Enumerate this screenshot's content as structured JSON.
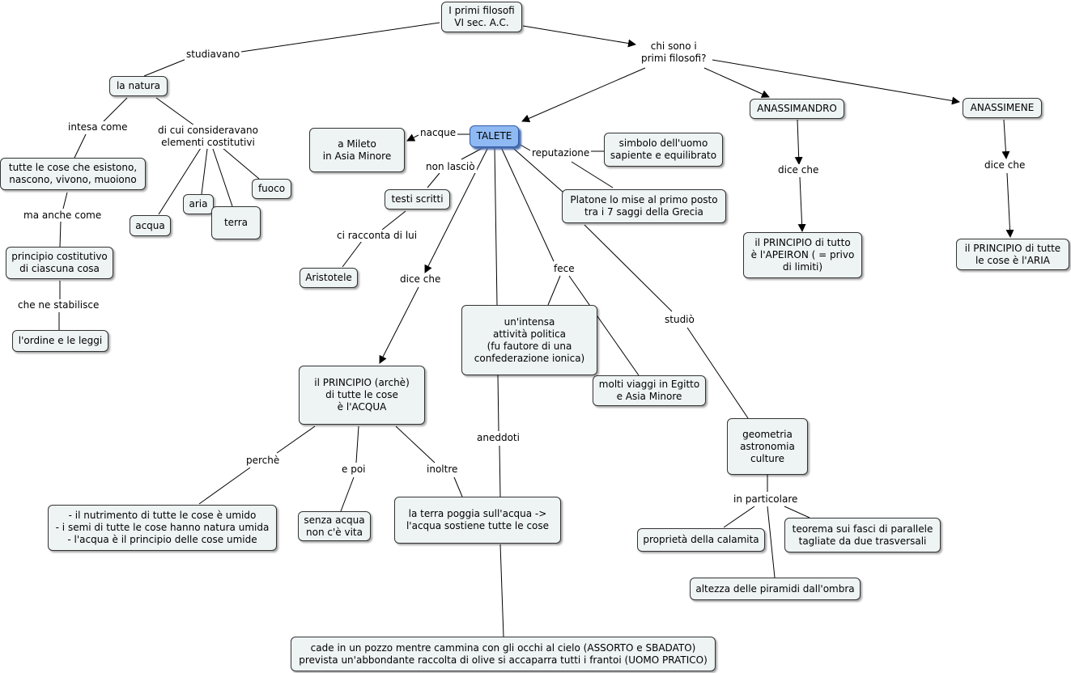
{
  "nodes": {
    "root": "I primi filosofi\nVI sec. A.C.",
    "natura": "la natura",
    "tutte_cose": "tutte le cose che esistono,\nnascono, vivono, muoiono",
    "principio_cost": "principio costitutivo\ndi ciascuna cosa",
    "ordine": "l'ordine e le leggi",
    "acqua": "acqua",
    "aria": "aria",
    "terra": "terra",
    "fuoco": "fuoco",
    "talete": "TALETE",
    "mileto": "a Mileto\nin Asia Minore",
    "testi": "testi scritti",
    "aristotele": "Aristotele",
    "simbolo": "simbolo dell'uomo\nsapiente e equilibrato",
    "platone": "Platone lo mise al primo posto\ntra i 7 saggi della Grecia",
    "principio_acqua": "il PRINCIPIO (archè)\ndi tutte le cose\nè l'ACQUA",
    "politica": "un'intensa\nattività politica\n(fu fautore di una\nconfederazione ionica)",
    "viaggi": "molti viaggi in Egitto\ne Asia Minore",
    "geometria": "geometria\nastronomia\nculture",
    "nutrimento": "- il nutrimento di tutte le cose è umido\n- i semi di tutte le cose hanno natura umida\n- l'acqua è il principio delle cose umide",
    "senza_acqua": "senza acqua\nnon c'è vita",
    "terra_poggia": "la terra poggia sull'acqua ->\nl'acqua sostiene tutte le cose",
    "calamita": "proprietà della calamita",
    "teorema": "teorema sui fasci di parallele\ntagliate da due trasversali",
    "piramidi": "altezza delle piramidi dall'ombra",
    "pozzo": "cade in un pozzo mentre cammina con gli occhi al cielo (ASSORTO e SBADATO)\nprevista un'abbondante raccolta di olive si accaparra tutti i frantoi (UOMO PRATICO)",
    "anassimandro": "ANASSIMANDRO",
    "apeiron": "il PRINCIPIO di tutto\nè l'APEIRON ( = privo\ndi limiti)",
    "anassimene": "ANASSIMENE",
    "principio_aria": "il PRINCIPIO di tutte\nle cose è l'ARIA"
  },
  "labels": {
    "studiavano": "studiavano",
    "chi_sono": "chi sono i\nprimi filosofi?",
    "intesa_come": "intesa come",
    "di_cui": "di cui consideravano\nelementi costitutivi",
    "ma_anche": "ma anche come",
    "che_ne": "che ne stabilisce",
    "nacque": "nacque",
    "non_lascio": "non lasciò",
    "reputazione": "reputazione",
    "ci_racconta": "ci racconta di lui",
    "dice_che_talete": "dice che",
    "fece": "fece",
    "studio": "studiò",
    "aneddoti": "aneddoti",
    "perche": "perchè",
    "e_poi": "e poi",
    "inoltre": "inoltre",
    "in_particolare": "in particolare",
    "dice_che_anassimandro": "dice che",
    "dice_che_anassimene": "dice che"
  },
  "colors": {
    "node_fill": "#eef3f4",
    "focus_fill": "#8fb9f2",
    "line": "#000000"
  }
}
